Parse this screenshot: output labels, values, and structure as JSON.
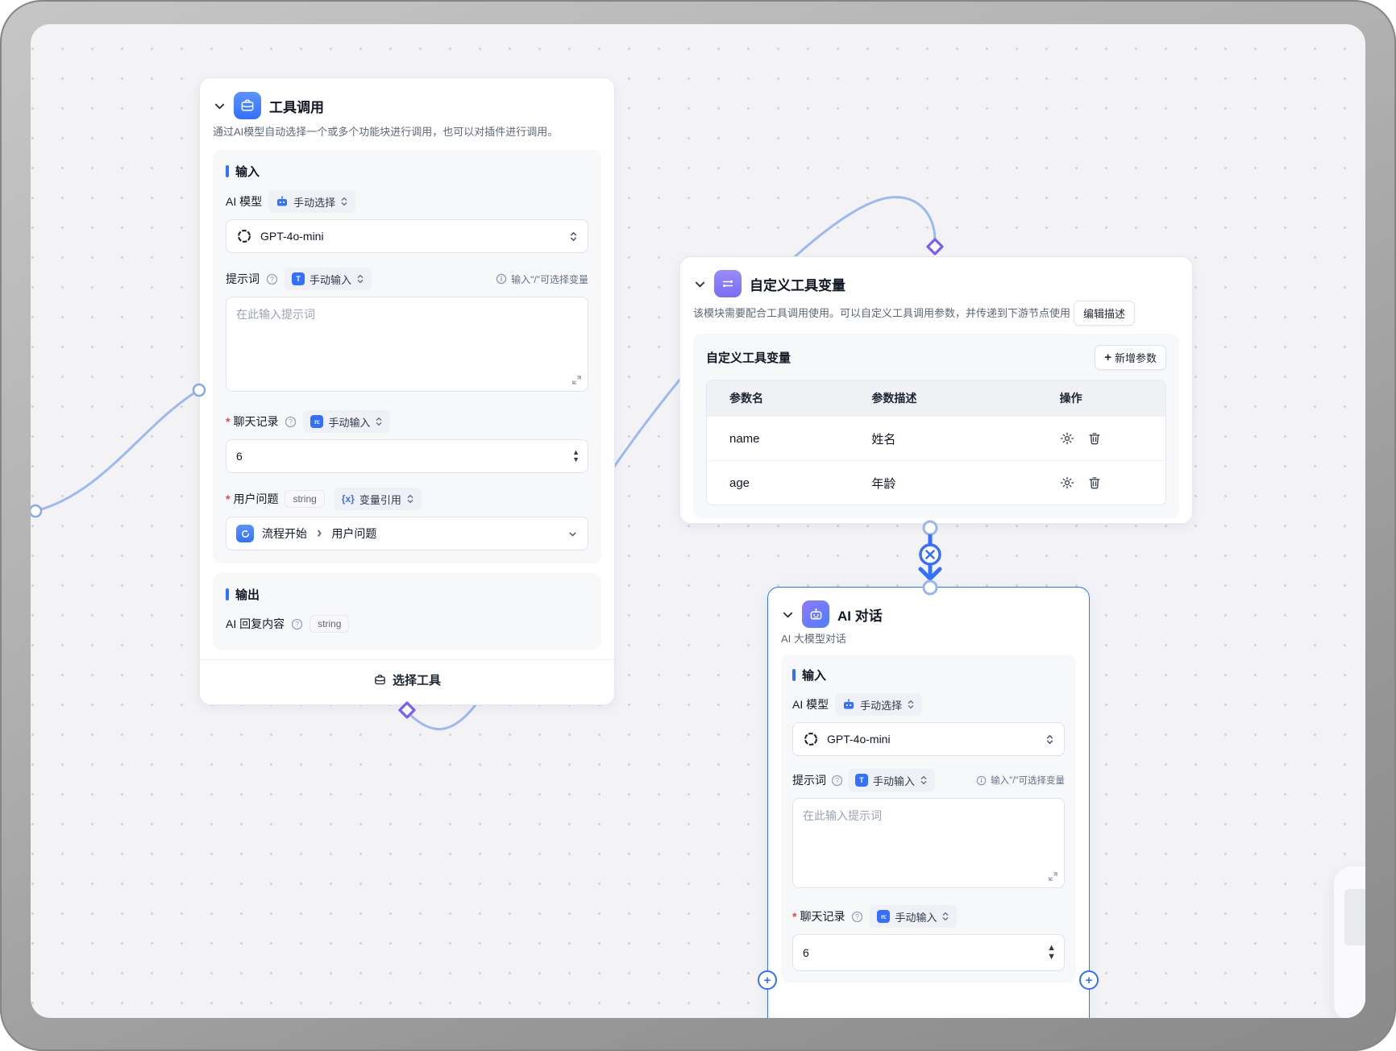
{
  "icons": {
    "plus": "+",
    "question": "?",
    "caret_up": "▲",
    "caret_down": "▼",
    "chevron_right": "›",
    "prompt_manual_glyph": "T",
    "history_manual_glyph": "n:",
    "var_ref_glyph": "{x}"
  },
  "colors": {
    "accent": "#3370ff",
    "edge_light": "#9db9ef",
    "diamond": "#7a5cf6",
    "canvas_bg": "#f3f3f6"
  },
  "node_tool_call": {
    "title": "工具调用",
    "description": "通过AI模型自动选择一个或多个功能块进行调用，也可以对插件进行调用。",
    "input_section": "输入",
    "ai_model_label": "AI 模型",
    "manual_select": "手动选择",
    "model_name": "GPT-4o-mini",
    "prompt_label": "提示词",
    "manual_input": "手动输入",
    "slash_hint": "输入\"/\"可选择变量",
    "prompt_placeholder": "在此输入提示词",
    "chat_history_label": "聊天记录",
    "chat_history_value": "6",
    "user_question_label": "用户问题",
    "string_type": "string",
    "var_ref": "变量引用",
    "var_source": "流程开始",
    "var_field": "用户问题",
    "output_section": "输出",
    "output_field": "AI 回复内容",
    "output_type": "string",
    "select_tool": "选择工具"
  },
  "node_custom_vars": {
    "title": "自定义工具变量",
    "description": "该模块需要配合工具调用使用。可以自定义工具调用参数，并传递到下游节点使用",
    "edit_desc_button": "编辑描述",
    "panel_title": "自定义工具变量",
    "add_param_button": "新增参数",
    "columns": [
      "参数名",
      "参数描述",
      "操作"
    ],
    "rows": [
      {
        "name": "name",
        "desc": "姓名"
      },
      {
        "name": "age",
        "desc": "年龄"
      }
    ]
  },
  "node_ai_chat": {
    "title": "AI 对话",
    "subtitle": "AI 大模型对话",
    "input_section": "输入",
    "ai_model_label": "AI 模型",
    "manual_select": "手动选择",
    "model_name": "GPT-4o-mini",
    "prompt_label": "提示词",
    "manual_input": "手动输入",
    "slash_hint": "输入\"/\"可选择变量",
    "prompt_placeholder": "在此输入提示词",
    "chat_history_label": "聊天记录",
    "chat_history_value": "6"
  }
}
